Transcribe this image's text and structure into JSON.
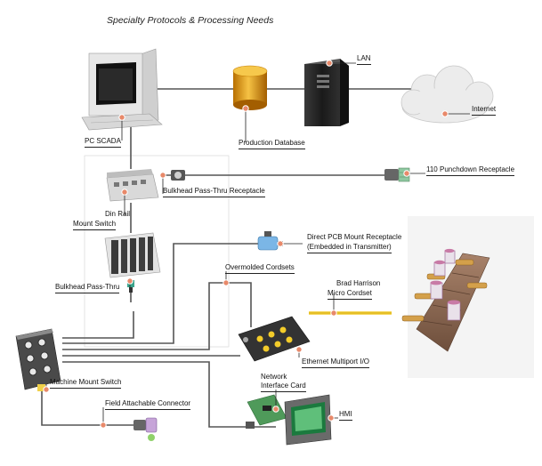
{
  "title": "Specialty Protocols & Processing Needs",
  "labels": {
    "lan": "LAN",
    "internet": "Internet",
    "pc_scada": "PC SCADA",
    "production_database": "Production Database",
    "punchdown": "110 Punchdown Receptacle",
    "bulkhead_receptacle": "Bulkhead Pass-Thru Receptacle",
    "din_rail_1": "Din Rail",
    "din_rail_2": "Mount Switch",
    "direct_pcb_1": "Direct PCB Mount Receptacle",
    "direct_pcb_2": "(Embedded in Transmitter)",
    "overmolded": "Overmolded Cordsets",
    "bulkhead_pass_thru": "Bulkhead Pass-Thru",
    "brad_harrison_1": "Brad Harrison",
    "brad_harrison_2": "Micro Cordset",
    "ethernet_multiport": "Ethernet Multiport I/O",
    "machine_mount": "Machine Mount Switch",
    "network_card_1": "Network",
    "network_card_2": "Interface Card",
    "field_attachable": "Field Attachable Connector",
    "hmi": "HMI"
  },
  "colors": {
    "line": "#555555",
    "callout": "#e8896a",
    "database": "#e3a019",
    "yellow_cable": "#f3cc2a"
  }
}
